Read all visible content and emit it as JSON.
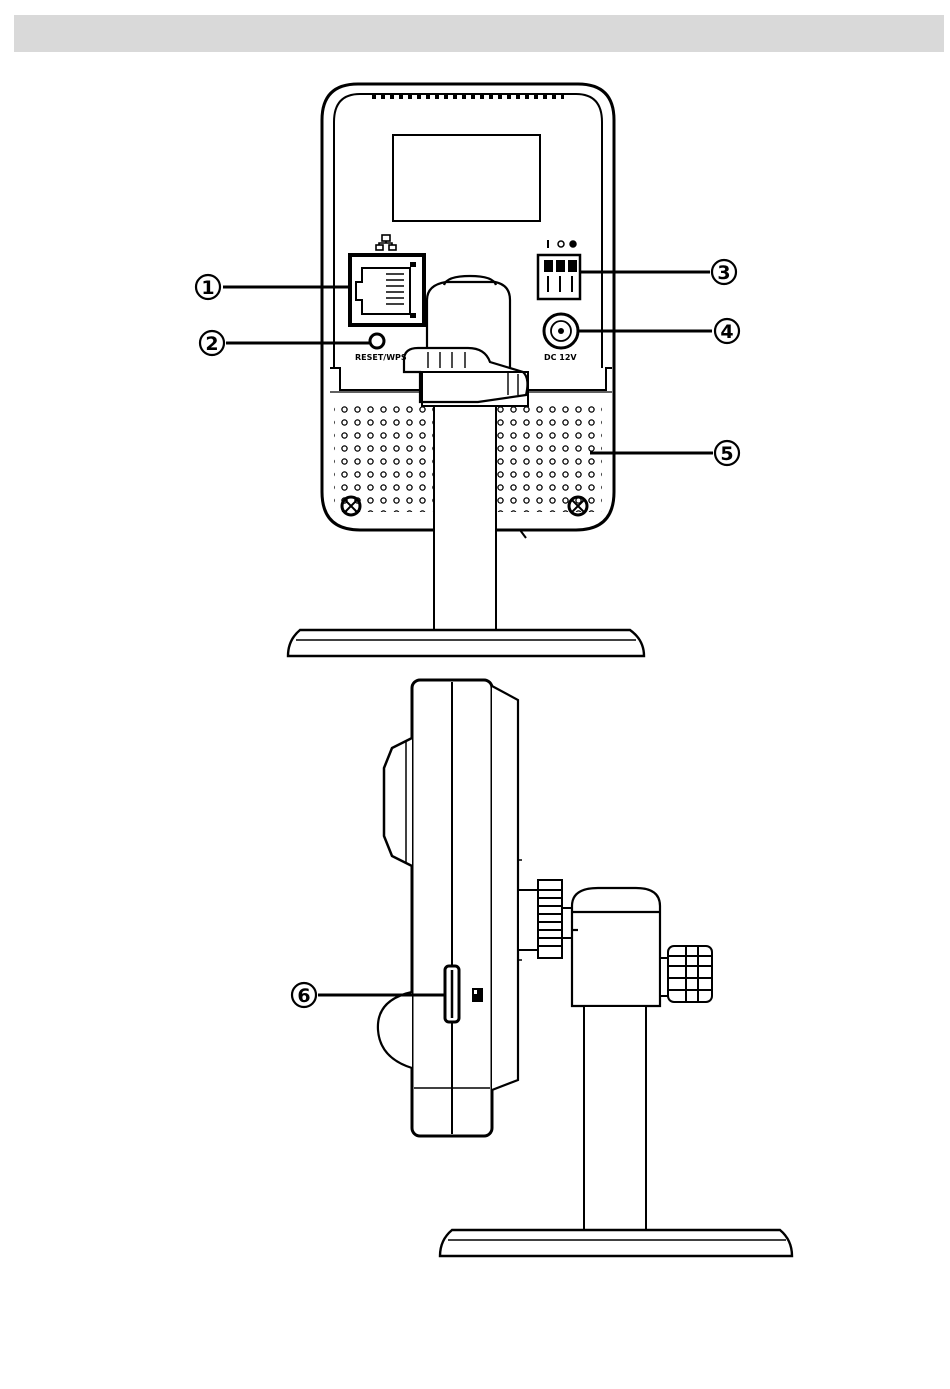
{
  "callouts": [
    {
      "id": "1",
      "label": "①"
    },
    {
      "id": "2",
      "label": "②"
    },
    {
      "id": "3",
      "label": "③"
    },
    {
      "id": "4",
      "label": "④"
    },
    {
      "id": "5",
      "label": "⑤"
    },
    {
      "id": "6",
      "label": "⑥"
    }
  ],
  "device_labels": {
    "reset": "RESET/WPS",
    "power": "DC 12V",
    "sd_icon": "sd-card-icon",
    "network_icon": "network-icon"
  },
  "colors": {
    "header_bar": "#d9d9d9",
    "line": "#000000"
  }
}
